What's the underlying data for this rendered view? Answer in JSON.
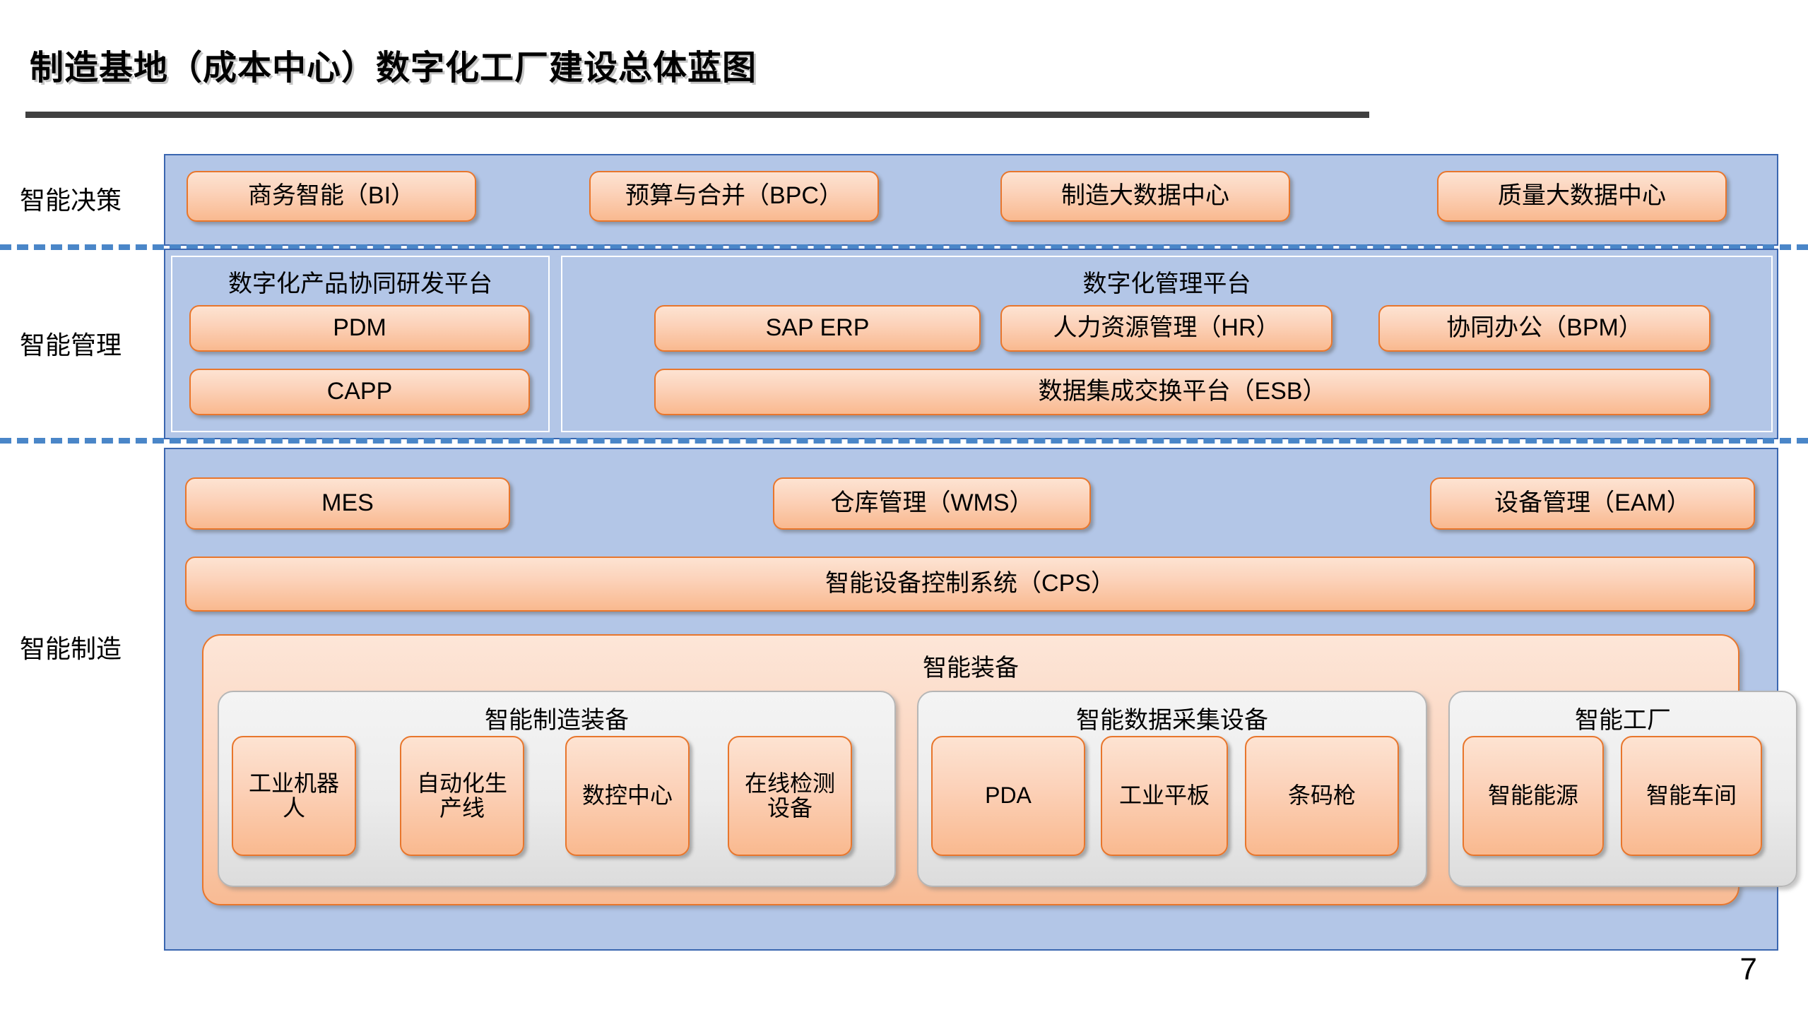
{
  "slide": {
    "title": "制造基地（成本中心）数字化工厂建设总体蓝图",
    "page_number": "7",
    "colors": {
      "band_fill": "#b3c6e7",
      "band_border": "#3a66b0",
      "chip_fill_top": "#fde3d2",
      "chip_fill_bottom": "#f9b98f",
      "chip_border": "#e8762c",
      "dashed_separator": "#4a86c8",
      "title_rule": "#404040",
      "gray_group_fill": "#ececec",
      "gray_group_border": "#b6b6b6"
    }
  },
  "layers": {
    "decision": {
      "label": "智能决策",
      "items": [
        {
          "label": "商务智能（BI）"
        },
        {
          "label": "预算与合并（BPC）"
        },
        {
          "label": "制造大数据中心"
        },
        {
          "label": "质量大数据中心"
        }
      ]
    },
    "management": {
      "label": "智能管理",
      "panels": [
        {
          "title": "数字化产品协同研发平台",
          "items": [
            {
              "label": "PDM"
            },
            {
              "label": "CAPP"
            }
          ]
        },
        {
          "title": "数字化管理平台",
          "items": [
            {
              "label": "SAP ERP"
            },
            {
              "label": "人力资源管理（HR）"
            },
            {
              "label": "协同办公（BPM）"
            },
            {
              "label": "数据集成交换平台（ESB）"
            }
          ]
        }
      ]
    },
    "manufacturing": {
      "label": "智能制造",
      "top_items": [
        {
          "label": "MES"
        },
        {
          "label": "仓库管理（WMS）"
        },
        {
          "label": "设备管理（EAM）"
        }
      ],
      "cps": {
        "label": "智能设备控制系统（CPS）"
      },
      "equipment": {
        "title": "智能装备",
        "groups": [
          {
            "title": "智能制造装备",
            "items": [
              {
                "label": "工业机器人"
              },
              {
                "label": "自动化生产线"
              },
              {
                "label": "数控中心"
              },
              {
                "label": "在线检测设备"
              }
            ]
          },
          {
            "title": "智能数据采集设备",
            "items": [
              {
                "label": "PDA"
              },
              {
                "label": "工业平板"
              },
              {
                "label": "条码枪"
              }
            ]
          },
          {
            "title": "智能工厂",
            "items": [
              {
                "label": "智能能源"
              },
              {
                "label": "智能车间"
              }
            ]
          }
        ]
      }
    }
  }
}
